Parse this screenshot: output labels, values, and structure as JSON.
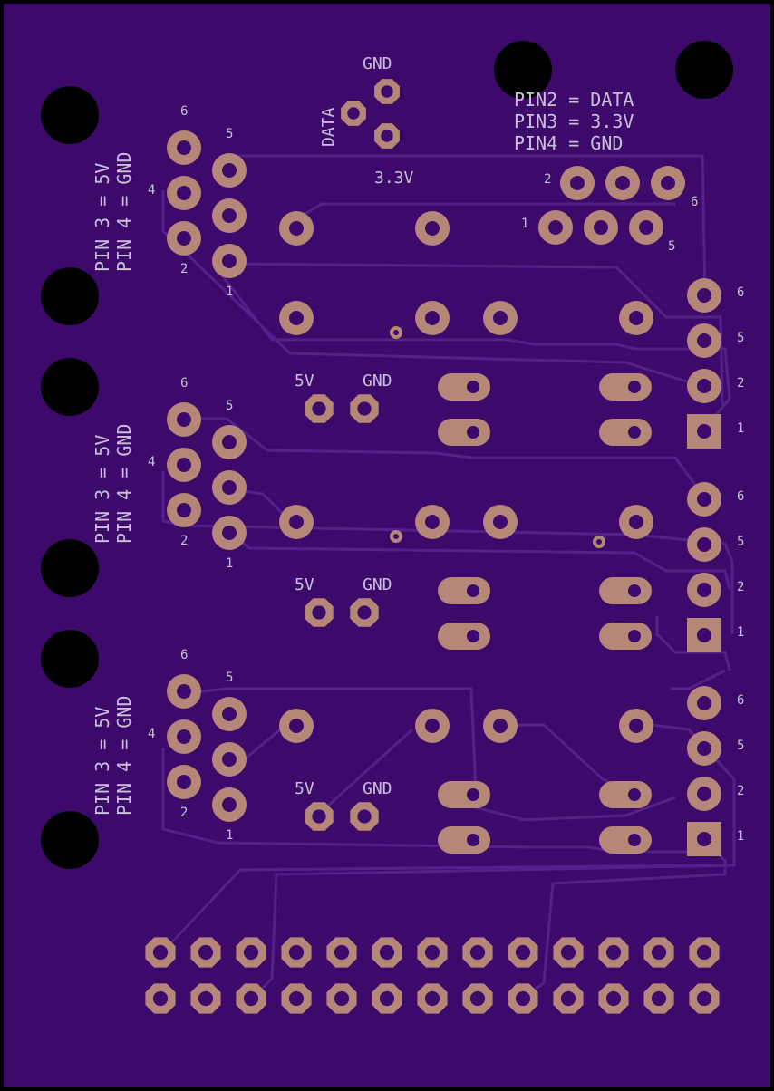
{
  "colors": {
    "board": "#3d0a6b",
    "edge": "#000000",
    "trace": "#55208a",
    "pad": "#b48778",
    "silk": "#c9bfd6"
  },
  "legend": {
    "line1": "PIN2 = DATA",
    "line2": "PIN3 = 3.3V",
    "line3": "PIN4 = GND"
  },
  "sensor_header": {
    "gnd": "GND",
    "data": "DATA",
    "v33": "3.3V"
  },
  "header_pin_numbers": {
    "top_row": [
      "2",
      "6"
    ],
    "bottom_row": [
      "1",
      "5"
    ]
  },
  "sections": [
    {
      "pin_note_a": "PIN 3 = 5V",
      "pin_note_b": "PIN 4 = GND",
      "pin_numbers": [
        "6",
        "5",
        "4",
        "2",
        "1"
      ],
      "connector_pins": [
        "6",
        "5",
        "2",
        "1"
      ]
    },
    {
      "pin_note_a": "PIN 3 = 5V",
      "pin_note_b": "PIN 4 = GND",
      "pin_numbers": [
        "6",
        "5",
        "4",
        "2",
        "1"
      ],
      "connector_pins": [
        "6",
        "5",
        "2",
        "1"
      ],
      "power_labels": [
        "5V",
        "GND"
      ]
    },
    {
      "pin_note_a": "PIN 3 = 5V",
      "pin_note_b": "PIN 4 = GND",
      "pin_numbers": [
        "6",
        "5",
        "4",
        "2",
        "1"
      ],
      "connector_pins": [
        "6",
        "5",
        "2",
        "1"
      ],
      "power_labels": [
        "5V",
        "GND"
      ]
    },
    {
      "power_labels": [
        "5V",
        "GND"
      ]
    }
  ]
}
